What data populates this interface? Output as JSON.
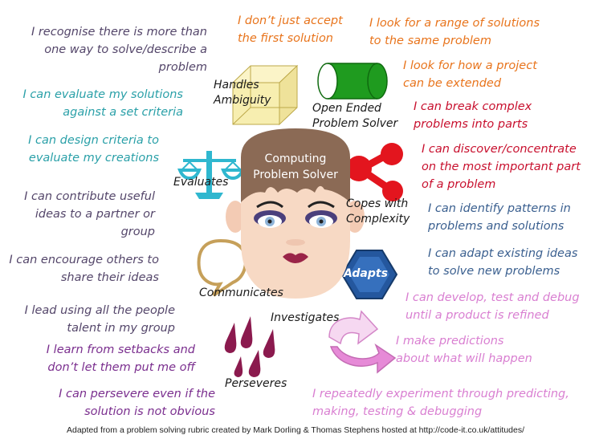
{
  "center": {
    "line1": "Computing",
    "line2": "Problem Solver"
  },
  "colors": {
    "orange": "#e8741c",
    "purple_dark": "#54466a",
    "teal": "#2aa0a8",
    "red": "#c8102e",
    "blue": "#3a5f8f",
    "pink": "#d97fd1",
    "violet": "#7a2e8e",
    "hair": "#8b6a55",
    "skin": "#f7d9c4"
  },
  "labels": {
    "handles": {
      "l1": "Handles",
      "l2": "Ambiguity"
    },
    "open": {
      "l1": "Open Ended",
      "l2": "Problem Solver"
    },
    "evaluates": "Evaluates",
    "copes": {
      "l1": "Copes with",
      "l2": "Complexity"
    },
    "adapts": "Adapts",
    "communicates": "Communicates",
    "investigates": "Investigates",
    "perseveres": "Perseveres"
  },
  "statements": {
    "orange": [
      {
        "l1": "I don’t just accept",
        "l2": "the first solution"
      },
      {
        "l1": "I look for a range of solutions",
        "l2": "to the same problem"
      },
      {
        "l1": "I look for how a project",
        "l2": "can be extended"
      }
    ],
    "left_top": {
      "l1": "I recognise there is more than",
      "l2": "one way to solve/describe a",
      "l3": "problem"
    },
    "teal": [
      {
        "l1": "I can evaluate my solutions",
        "l2": "against a set criteria"
      },
      {
        "l1": "I can design criteria to",
        "l2": "evaluate my creations"
      }
    ],
    "red": [
      {
        "l1": "I can break complex",
        "l2": "problems into parts"
      },
      {
        "l1": "I can discover/concentrate",
        "l2": "on the most important part",
        "l3": "of a problem"
      }
    ],
    "blue": [
      {
        "l1": "I can identify patterns in",
        "l2": "problems and solutions"
      },
      {
        "l1": "I can adapt existing ideas",
        "l2": "to solve new problems"
      }
    ],
    "dark": [
      {
        "l1": "I can contribute useful",
        "l2": "ideas to a partner or",
        "l3": "group"
      },
      {
        "l1": "I can encourage others to",
        "l2": "share their ideas"
      },
      {
        "l1": "I lead using all the people",
        "l2": "talent in my group"
      }
    ],
    "pink": [
      {
        "l1": "I can develop, test and debug",
        "l2": "until a product is refined"
      },
      {
        "l1": "I make predictions",
        "l2": "about what will happen"
      },
      {
        "l1": "I repeatedly experiment through predicting,",
        "l2": "making, testing & debugging"
      }
    ],
    "violet": [
      {
        "l1": "I learn from setbacks and",
        "l2": "don’t let them put me off"
      },
      {
        "l1": "I can persevere even if the",
        "l2": "solution is not obvious"
      }
    ]
  },
  "footer": "Adapted from a problem solving rubric created by Mark Dorling & Thomas Stephens hosted at http://code-it.co.uk/attitudes/"
}
